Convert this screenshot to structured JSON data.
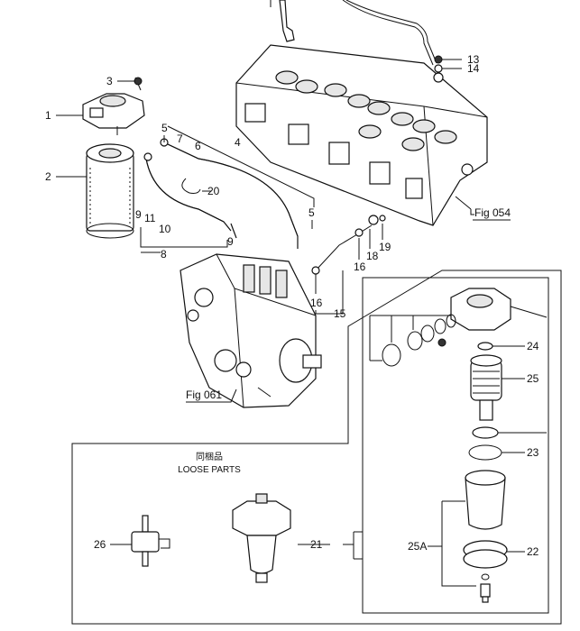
{
  "callouts": {
    "c1": "1",
    "c2": "2",
    "c3": "3",
    "c4": "4",
    "c5a": "5",
    "c5b": "5",
    "c6": "6",
    "c7": "7",
    "c8": "8",
    "c9a": "9",
    "c9b": "9",
    "c10": "10",
    "c11": "11",
    "c13": "13",
    "c14": "14",
    "c15": "15",
    "c16a": "16",
    "c16b": "16",
    "c18": "18",
    "c19": "19",
    "c20": "20",
    "c21": "21",
    "c22": "22",
    "c23": "23",
    "c24": "24",
    "c25": "25",
    "c25a": "25A",
    "c26": "26"
  },
  "refs": {
    "fig054": "Fig 054",
    "fig061": "Fig 061"
  },
  "loose_parts": {
    "title_jp": "同梱品",
    "title_en": "LOOSE PARTS"
  }
}
